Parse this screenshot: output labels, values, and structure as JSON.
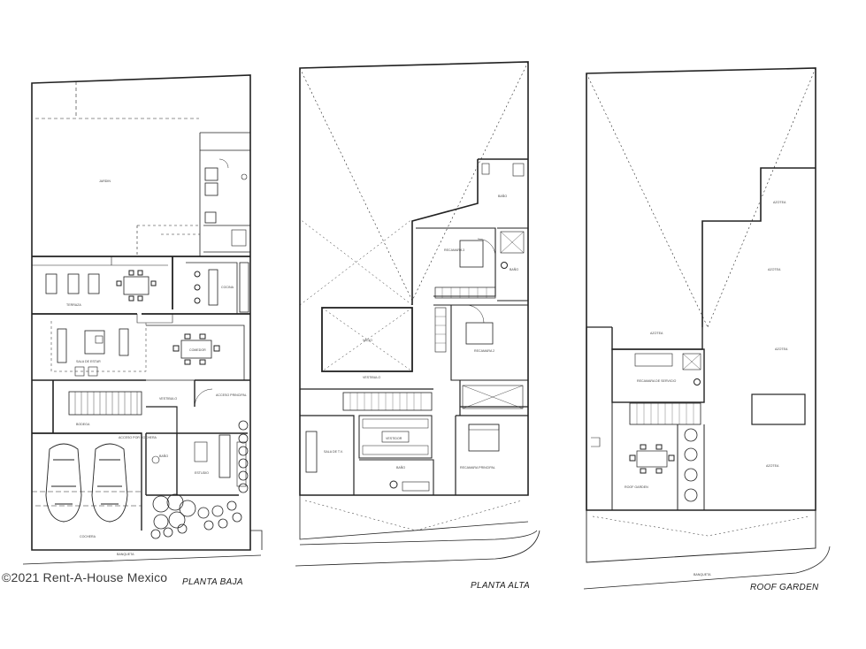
{
  "watermark": "©2021 Rent-A-House Mexico",
  "plans": {
    "planta_baja": {
      "title": "PLANTA BAJA",
      "rooms": {
        "jardin": "JARDIN",
        "terraza": "TERRAZA",
        "sala": "SALA DE ESTAR",
        "comedor": "COMEDOR",
        "cocina": "COCINA",
        "vestibulo": "VESTIBULO",
        "acceso_principal": "ACCESO PRINCIPAL",
        "bodega": "BODEGA",
        "acceso_cochera": "ACCESO POR COCHERA",
        "estudio": "ESTUDIO",
        "bano": "BAÑO",
        "cochera": "COCHERA",
        "banqueta": "BANQUETA"
      }
    },
    "planta_alta": {
      "title": "PLANTA ALTA",
      "rooms": {
        "bano_top": "BAÑO",
        "recamara3": "RECAMARA 3",
        "bano_mid": "BAÑO",
        "recamara2": "RECAMARA 2",
        "vacio": "VACIO",
        "vestibulo": "VESTIBULO",
        "sala_tv": "SALA DE T.V.",
        "vestidor": "VESTIDOR",
        "bano_low": "BAÑO",
        "recamara_principal": "RECAMARA PRINCIPAL"
      }
    },
    "roof_garden": {
      "title": "ROOF GARDEN",
      "rooms": {
        "azotea1": "AZOTEA",
        "azotea2": "AZOTEA",
        "azotea3": "AZOTEA",
        "azotea4": "AZOTEA",
        "azotea5": "AZOTEA",
        "recamara_servicio": "RECAMARA DE SERVICIO",
        "roof_garden_label": "ROOF GARDEN",
        "banqueta": "BANQUETA"
      }
    }
  }
}
